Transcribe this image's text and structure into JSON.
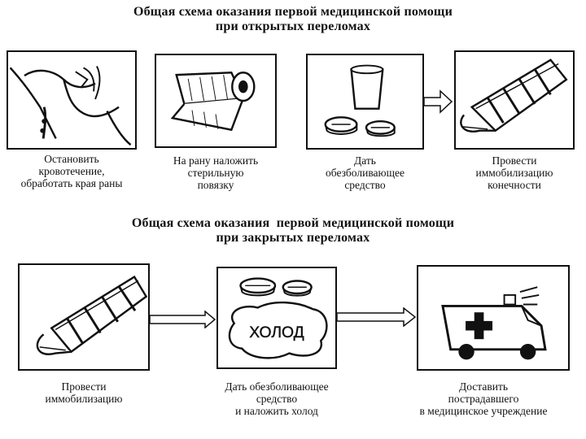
{
  "section_open": {
    "title_line1": "Общая схема оказания первой медицинской помощи",
    "title_line2": "при открытых переломах",
    "steps": [
      {
        "caption": [
          "Остановить",
          "кровотечение,",
          "обработать края раны"
        ],
        "icon": "bleeding-hand-icon"
      },
      {
        "caption": [
          "На рану наложить",
          "стерильную",
          "повязку"
        ],
        "icon": "bandage-roll-icon"
      },
      {
        "caption": [
          "Дать",
          "обезболивающее",
          "средство"
        ],
        "icon": "pills-cup-icon"
      },
      {
        "caption": [
          "Провести",
          "иммобилизацию",
          "конечности"
        ],
        "icon": "splinted-leg-icon"
      }
    ]
  },
  "section_closed": {
    "title_line1": "Общая схема оказания  первой медицинской помощи",
    "title_line2": "при закрытых переломах",
    "steps": [
      {
        "caption": [
          "Провести",
          "иммобилизацию"
        ],
        "icon": "splinted-leg-icon"
      },
      {
        "caption": [
          "Дать обезболивающее",
          "средство",
          "и наложить холод"
        ],
        "icon": "pills-cold-icon",
        "cold_label": "ХОЛОД"
      },
      {
        "caption": [
          "Доставить",
          "пострадавшего",
          "в медицинское учреждение"
        ],
        "icon": "ambulance-icon"
      }
    ]
  }
}
